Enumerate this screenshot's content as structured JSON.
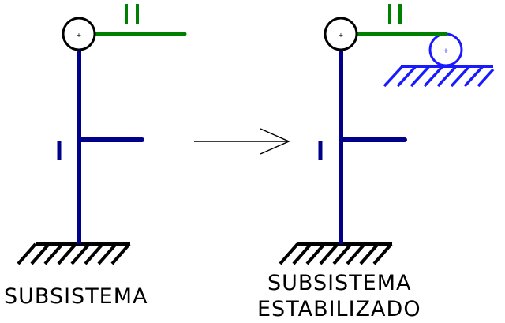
{
  "diagram": {
    "left_caption": "SUBSISTEMA",
    "right_caption_line1": "SUBSISTEMA",
    "right_caption_line2": "ESTABILIZADO",
    "colors": {
      "column": "#00008b",
      "beam": "#008000",
      "support": "#1a1aff",
      "outline": "#000000",
      "background": "#ffffff"
    }
  }
}
